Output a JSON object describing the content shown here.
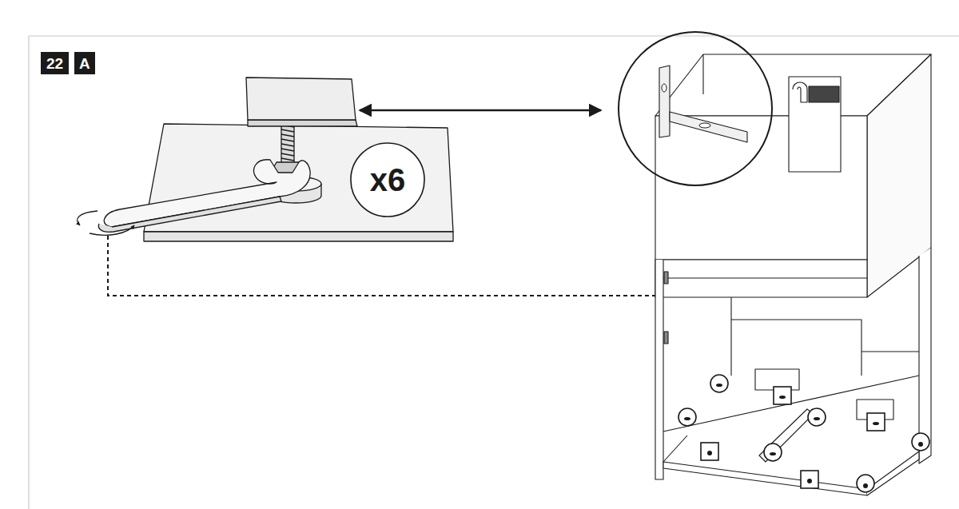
{
  "diagram": {
    "nodes": [
      {
        "text": [
          "22"
        ]
      },
      {
        "text": [
          "A"
        ]
      },
      {
        "text": [
          "x6"
        ]
      }
    ]
  }
}
